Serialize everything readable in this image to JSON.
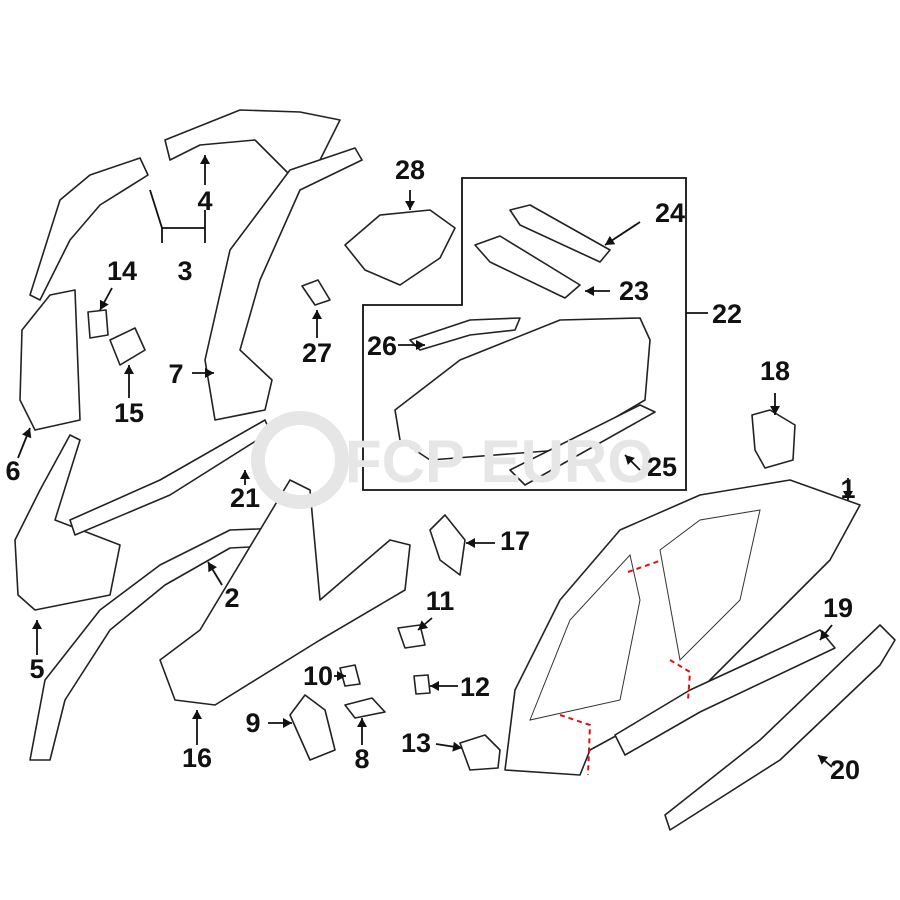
{
  "diagram": {
    "title": "Body side panel and floor components",
    "watermark": "FCP EURO",
    "callouts": [
      "1",
      "2",
      "3",
      "4",
      "5",
      "6",
      "7",
      "8",
      "9",
      "10",
      "11",
      "12",
      "13",
      "14",
      "15",
      "16",
      "17",
      "18",
      "19",
      "20",
      "21",
      "22",
      "23",
      "24",
      "25",
      "26",
      "27",
      "28"
    ],
    "colors": {
      "line": "#222222",
      "cut_marks": "#dd1111",
      "watermark": "#e6e6e6"
    }
  }
}
